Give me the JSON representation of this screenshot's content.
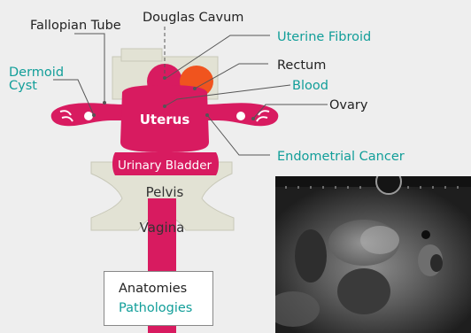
{
  "labels": {
    "fallopian_tube": "Fallopian Tube",
    "douglas_cavum": "Douglas Cavum",
    "uterine_fibroid": "Uterine Fibroid",
    "dermoid_cyst_line1": "Dermoid",
    "dermoid_cyst_line2": "Cyst",
    "rectum": "Rectum",
    "blood": "Blood",
    "ovary": "Ovary",
    "endometrial_cancer": "Endometrial Cancer"
  },
  "organs": {
    "uterus": "Uterus",
    "urinary_bladder": "Urinary Bladder",
    "pelvis": "Pelvis",
    "vagina": "Vagina"
  },
  "legend": {
    "anatomies": "Anatomies",
    "pathologies": "Pathologies"
  },
  "colors": {
    "anatomy_text": "#222222",
    "pathology_text": "#119e99",
    "organ": "#d81b60",
    "fibroid": "#f0541e",
    "bone": "#e2e2d4",
    "background": "#eeeeee"
  },
  "ultrasound": {
    "icon": "ultrasound-image"
  }
}
